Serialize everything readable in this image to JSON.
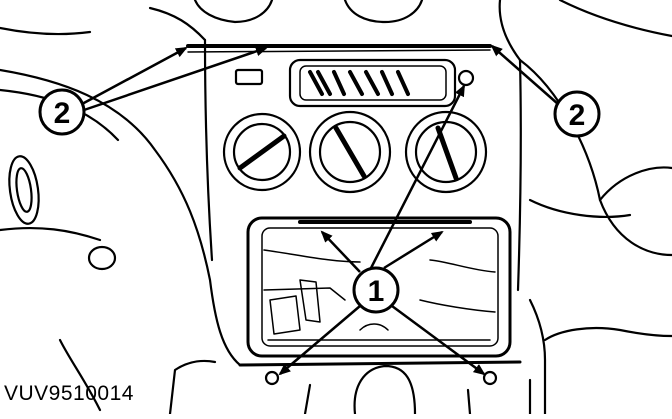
{
  "diagram": {
    "reference_code": "VUV9510014",
    "callouts": [
      {
        "id": "callout-1",
        "label": "1"
      },
      {
        "id": "callout-2-left",
        "label": "2"
      },
      {
        "id": "callout-2-right",
        "label": "2"
      }
    ],
    "colors": {
      "ink": "#000000",
      "paper": "#ffffff"
    }
  }
}
